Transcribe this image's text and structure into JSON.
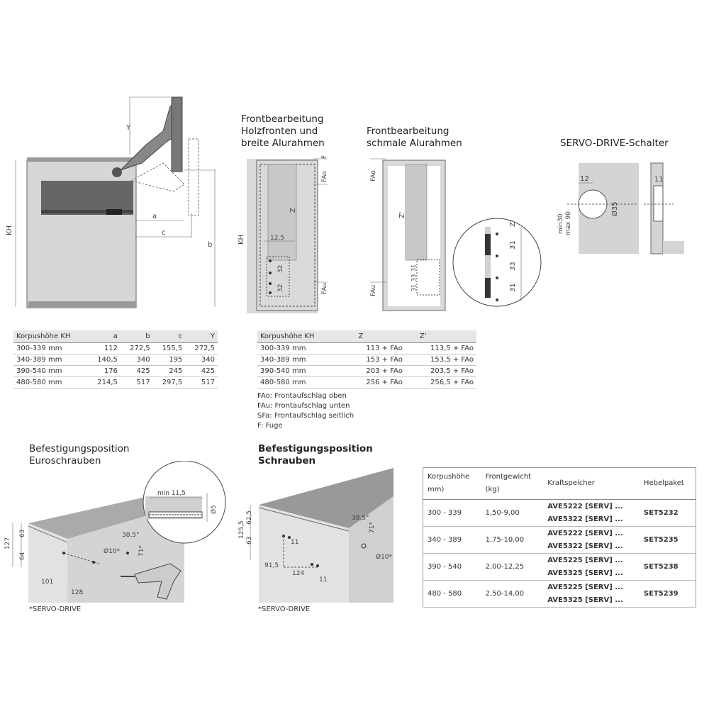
{
  "diagram_main": {
    "labels": {
      "y": "Y",
      "kh": "KH",
      "a": "a",
      "b": "b",
      "c": "c"
    }
  },
  "front_holz": {
    "title_lines": [
      "Frontbearbeitung",
      "Holzfronten und",
      "breite Alurahmen"
    ],
    "labels": {
      "f": "F",
      "fao": "FAo",
      "z": "Z",
      "kh": "KH",
      "dim": "12,5",
      "d32a": "32",
      "d32b": "32",
      "fau": "FAu"
    }
  },
  "front_schmal": {
    "title_lines": [
      "Frontbearbeitung",
      "schmale Alurahmen"
    ],
    "labels": {
      "fao": "FAo",
      "z": "Z'",
      "fau": "FAu",
      "d31a": "31",
      "d33": "33",
      "d31b": "31"
    },
    "detail": {
      "z": "Z'",
      "d31a": "31",
      "d33": "33",
      "d31b": "31"
    }
  },
  "servo": {
    "title": "SERVO-DRIVE-Schalter",
    "labels": {
      "d12": "12",
      "d35": "Ø35",
      "d11": "11",
      "min": "min30",
      "max": "max 90"
    }
  },
  "table_a": {
    "headers": [
      "Korpushöhe KH",
      "a",
      "b",
      "c",
      "Y"
    ],
    "rows": [
      [
        "300-339 mm",
        "112",
        "272,5",
        "155,5",
        "272,5"
      ],
      [
        "340-389 mm",
        "140,5",
        "340",
        "195",
        "340"
      ],
      [
        "390-540 mm",
        "176",
        "425",
        "245",
        "425"
      ],
      [
        "480-580 mm",
        "214,5",
        "517",
        "297,5",
        "517"
      ]
    ]
  },
  "table_b": {
    "headers": [
      "Korpushöhe KH",
      "Z",
      "Z’"
    ],
    "rows": [
      [
        "300-339 mm",
        "113 + FAo",
        "113,5 + FAo"
      ],
      [
        "340-389 mm",
        "153 + FAo",
        "153,5 + FAo"
      ],
      [
        "390-540 mm",
        "203 + FAo",
        "203,5 + FAo"
      ],
      [
        "480-580 mm",
        "256 + FAo",
        "256,5 + FAo"
      ]
    ]
  },
  "legend": [
    "FAo: Frontaufschlag oben",
    "FAu: Frontaufschlag unten",
    "SFa: Frontaufschlag seitlich",
    "F: Fuge"
  ],
  "euro": {
    "title_lines": [
      "Befestigungsposition",
      "Euroschrauben"
    ],
    "labels": {
      "min115": "min 11,5",
      "d5": "Ø5",
      "a385": "38,5°",
      "d10": "Ø10*",
      "d71": "71*",
      "d127": "127",
      "d63": "63",
      "d64": "64",
      "d101": "101",
      "d128": "128"
    },
    "note": "*SERVO-DRIVE"
  },
  "schrauben": {
    "title_lines": [
      "Befestigungsposition",
      "Schrauben"
    ],
    "labels": {
      "d1255": "125,5",
      "d625": "62,5",
      "d63": "63",
      "a385": "38,5°",
      "d71": "71*",
      "d11a": "11",
      "d10": "Ø10*",
      "d915": "91,5",
      "d124": "124",
      "d11b": "11"
    },
    "note": "*SERVO-DRIVE"
  },
  "table_c": {
    "headers": [
      [
        "Korpushöhe",
        "mm)"
      ],
      [
        "Frontgewicht",
        "(kg)"
      ],
      [
        "Kraftspeicher"
      ],
      [
        "Hebelpaket"
      ]
    ],
    "rows": [
      {
        "hoehe": "300 - 339",
        "gewicht": "1,50-9,00",
        "kraft1": "AVE5222 [SERV] ...",
        "kraft2": "AVE5322 [SERV] ...",
        "hebel": "SET5232"
      },
      {
        "hoehe": "340 - 389",
        "gewicht": "1,75-10,00",
        "kraft1": "AVE5222 [SERV] ...",
        "kraft2": "AVE5322 [SERV] ...",
        "hebel": "SET5235"
      },
      {
        "hoehe": "390 - 540",
        "gewicht": "2,00-12,25",
        "kraft1": "AVE5225 [SERV] ...",
        "kraft2": "AVE5325 [SERV] ...",
        "hebel": "SET5238"
      },
      {
        "hoehe": "480 - 580",
        "gewicht": "2,50-14,00",
        "kraft1": "AVE5225 [SERV] ...",
        "kraft2": "AVE5325 [SERV] ...",
        "hebel": "SET5239"
      }
    ]
  }
}
